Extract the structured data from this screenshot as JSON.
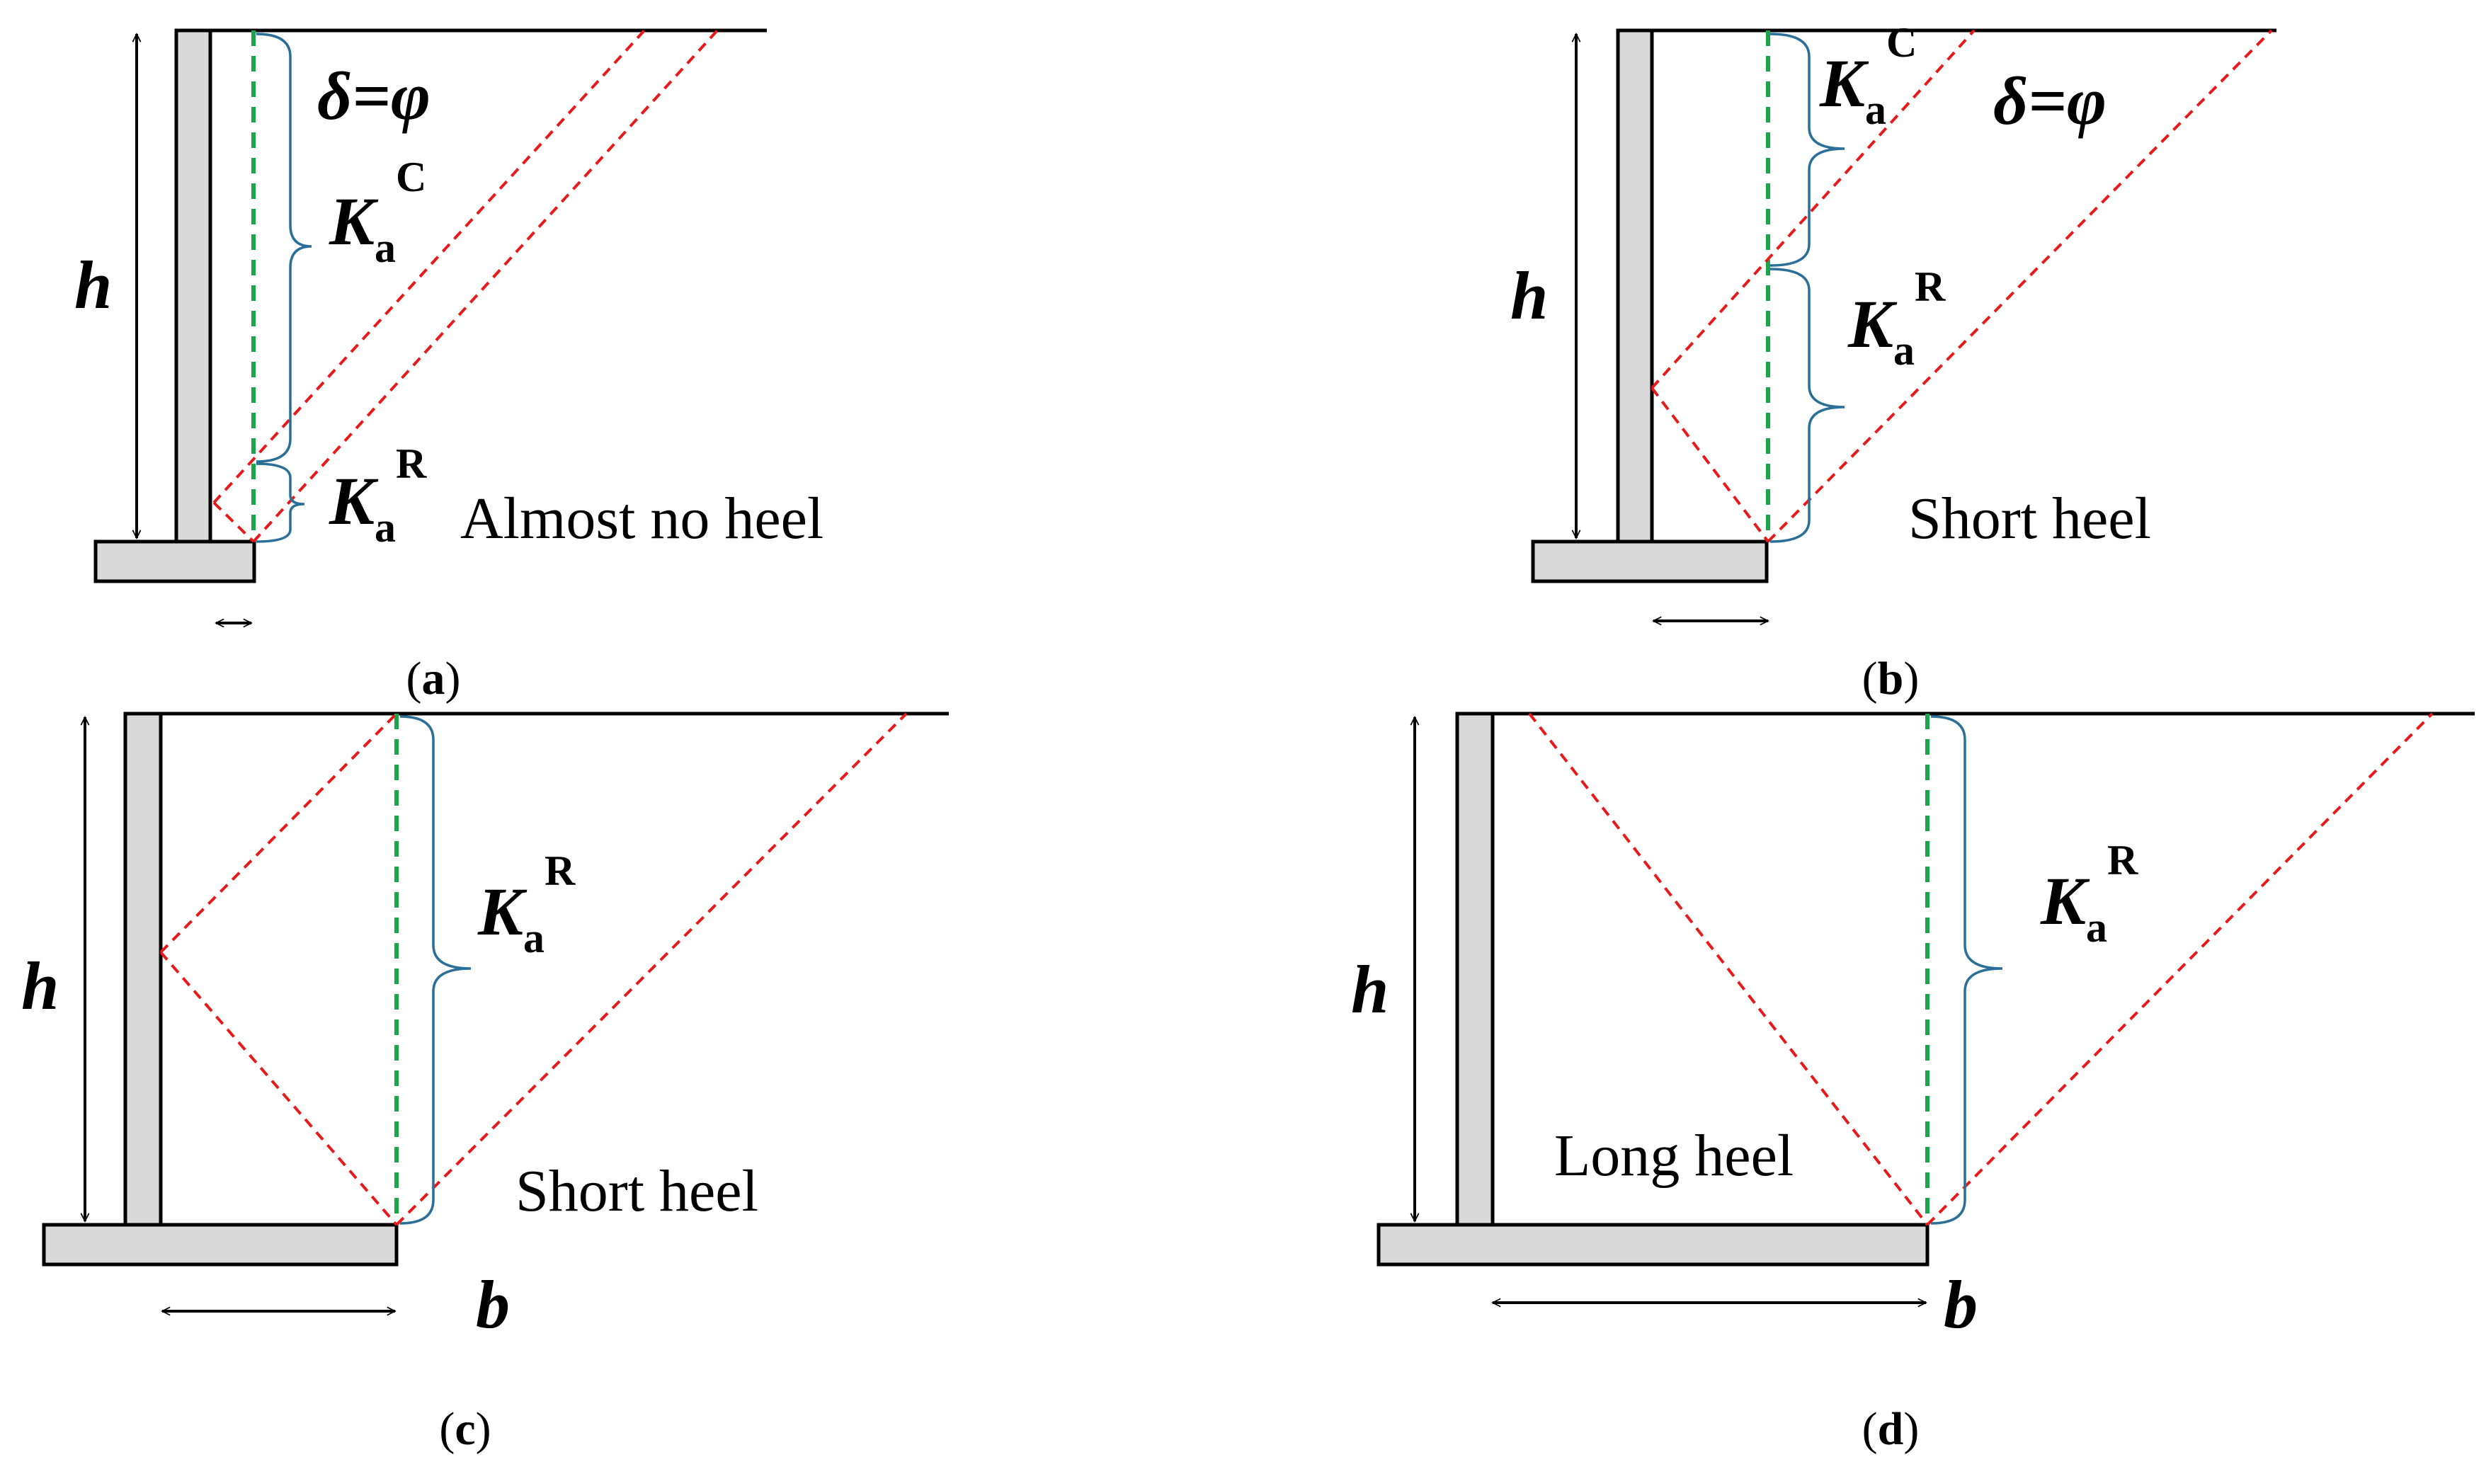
{
  "colors": {
    "wall_fill": "#d9d9d9",
    "slip_line": "#e8191a",
    "virtual_back": "#1aa54a",
    "brace": "#2a6f97"
  },
  "labels": {
    "height_symbol": "h",
    "heel_symbol": "b",
    "friction_condition": "δ=φ",
    "k_base": "K",
    "k_sub": "a",
    "coulomb_sup": "C",
    "rankine_sup": "R"
  },
  "panels": [
    {
      "caption_open": "(",
      "caption_letter": "a",
      "caption_close": ")",
      "note": "Almost no heel"
    },
    {
      "caption_open": "(",
      "caption_letter": "b",
      "caption_close": ")",
      "note": "Short heel"
    },
    {
      "caption_open": "(",
      "caption_letter": "c",
      "caption_close": ")",
      "note": "Short heel"
    },
    {
      "caption_open": "(",
      "caption_letter": "d",
      "caption_close": ")",
      "note": "Long heel"
    }
  ]
}
